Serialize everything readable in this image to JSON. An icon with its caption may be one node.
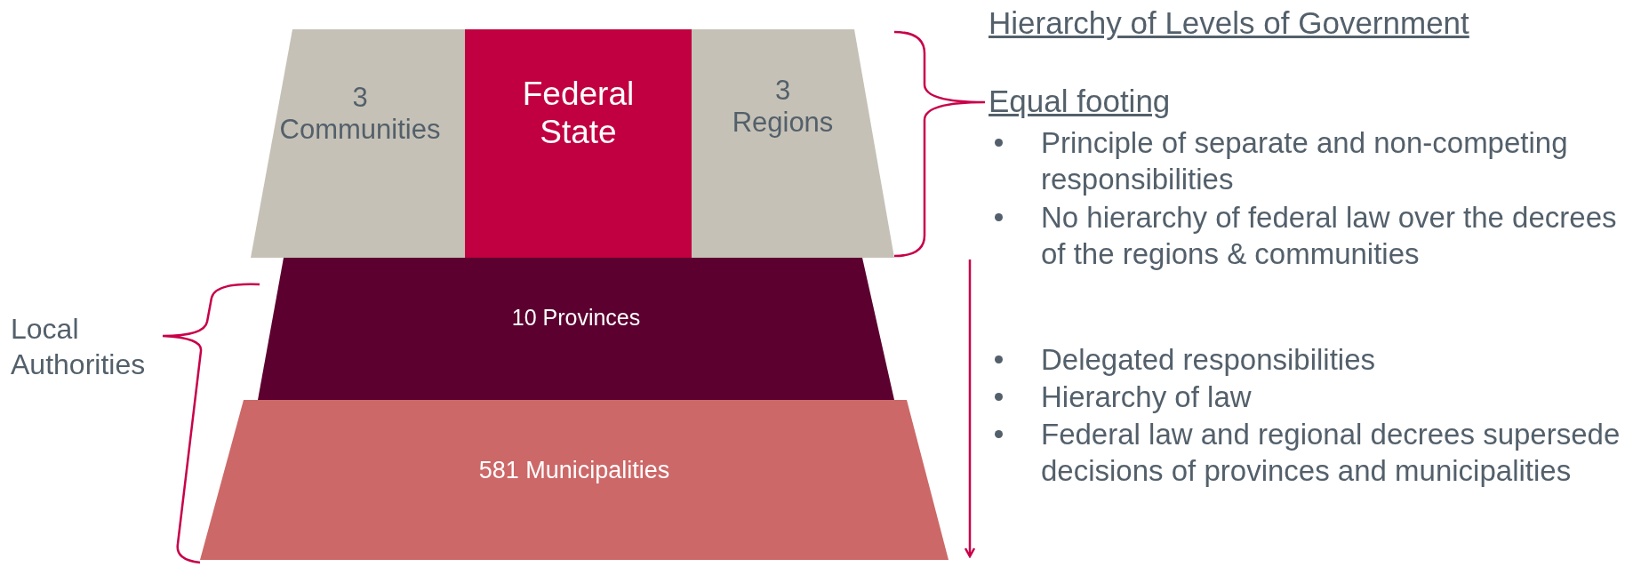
{
  "diagram": {
    "title": "Hierarchy of Levels of Government",
    "nodes": [
      {
        "text": [
          "3 Communities"
        ]
      },
      {
        "text": [
          "Federal State"
        ]
      },
      {
        "text": [
          "3 Regions"
        ]
      },
      {
        "text": [
          "10 Provinces"
        ]
      },
      {
        "text": [
          "581 Municipalities"
        ]
      }
    ],
    "labels": [
      "Equal footing",
      "Principle of separate and non-competing responsibilities",
      "No hierarchy of federal law over the decrees of the regions & communities",
      "Local Authorities",
      "Delegated responsibilities",
      "Hierarchy of law",
      "Federal law and regional decrees supersede decisions of provinces and municipalities"
    ]
  }
}
